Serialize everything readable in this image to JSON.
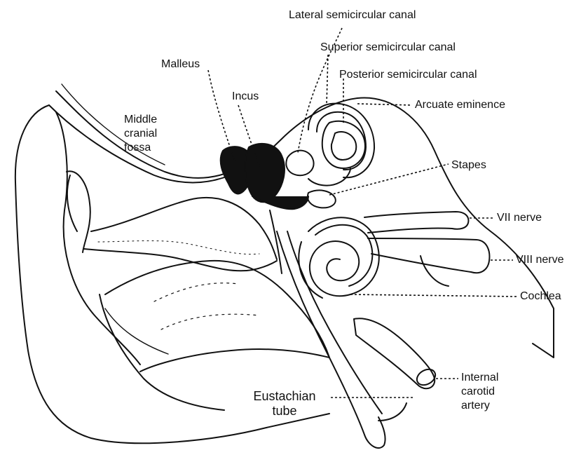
{
  "labels": {
    "lateral_canal": "Lateral semicircular canal",
    "superior_canal": "Superior semicircular canal",
    "posterior_canal": "Posterior semicircular canal",
    "arcuate_eminence": "Arcuate eminence",
    "malleus": "Malleus",
    "incus": "Incus",
    "middle_cranial_fossa": [
      "Middle",
      "cranial",
      "fossa"
    ],
    "stapes": "Stapes",
    "vii_nerve": "VII nerve",
    "viii_nerve": "VIII nerve",
    "cochlea": "Cochlea",
    "internal_carotid_artery": [
      "Internal",
      "carotid",
      "artery"
    ],
    "eustachian_tube": [
      "Eustachian",
      "tube"
    ]
  },
  "style": {
    "ink": "#111111",
    "background": "#ffffff"
  }
}
